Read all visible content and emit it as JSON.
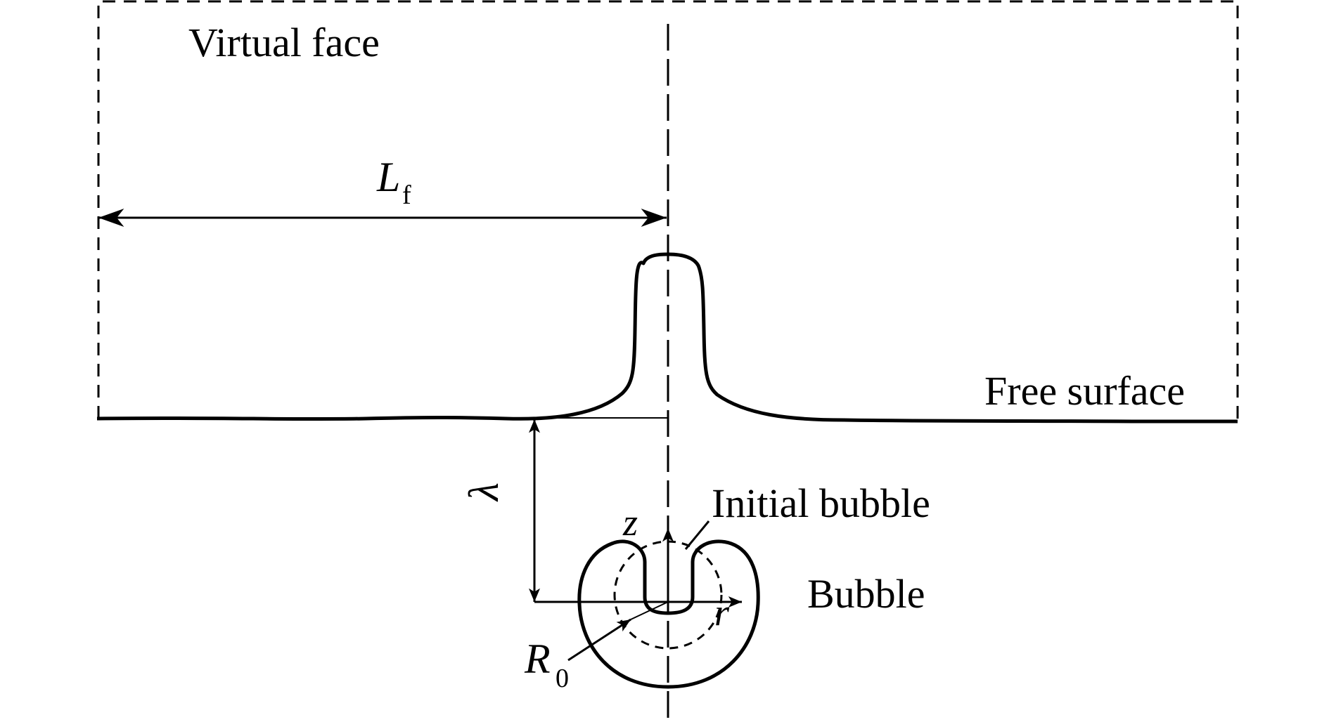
{
  "labels": {
    "virtual_face": "Virtual face",
    "free_surface": "Free surface",
    "initial_bubble": "Initial bubble",
    "bubble": "Bubble",
    "distance_symbol": "L",
    "distance_subscript": "f",
    "depth_symbol": "λ",
    "z_axis": "z",
    "r_axis": "r",
    "radius_symbol": "R",
    "radius_subscript": "0"
  },
  "colors": {
    "ink": "#000000",
    "background": "#ffffff"
  }
}
